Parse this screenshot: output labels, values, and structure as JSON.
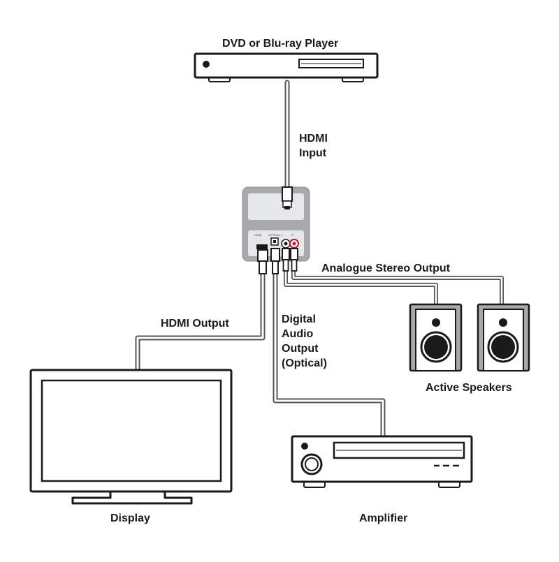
{
  "labels": {
    "source": "DVD or Blu-ray Player",
    "hdmi_input": [
      "HDMI",
      "Input"
    ],
    "analogue_output": "Analogue Stereo Output",
    "hdmi_output": "HDMI Output",
    "digital_audio": [
      "Digital",
      "Audio",
      "Output",
      "(Optical)"
    ],
    "speakers": "Active Speakers",
    "display": "Display",
    "amplifier": "Amplifier"
  },
  "device_ports": [
    "HDMI",
    "OPTICAL",
    "L",
    "R"
  ],
  "colors": {
    "outline": "#1a1a1a",
    "device_body": "#a7a9ac",
    "device_panel": "#e6e7e8",
    "cable_outer": "#555555",
    "cable_inner": "#ffffff",
    "rca_red": "#c8102e"
  }
}
